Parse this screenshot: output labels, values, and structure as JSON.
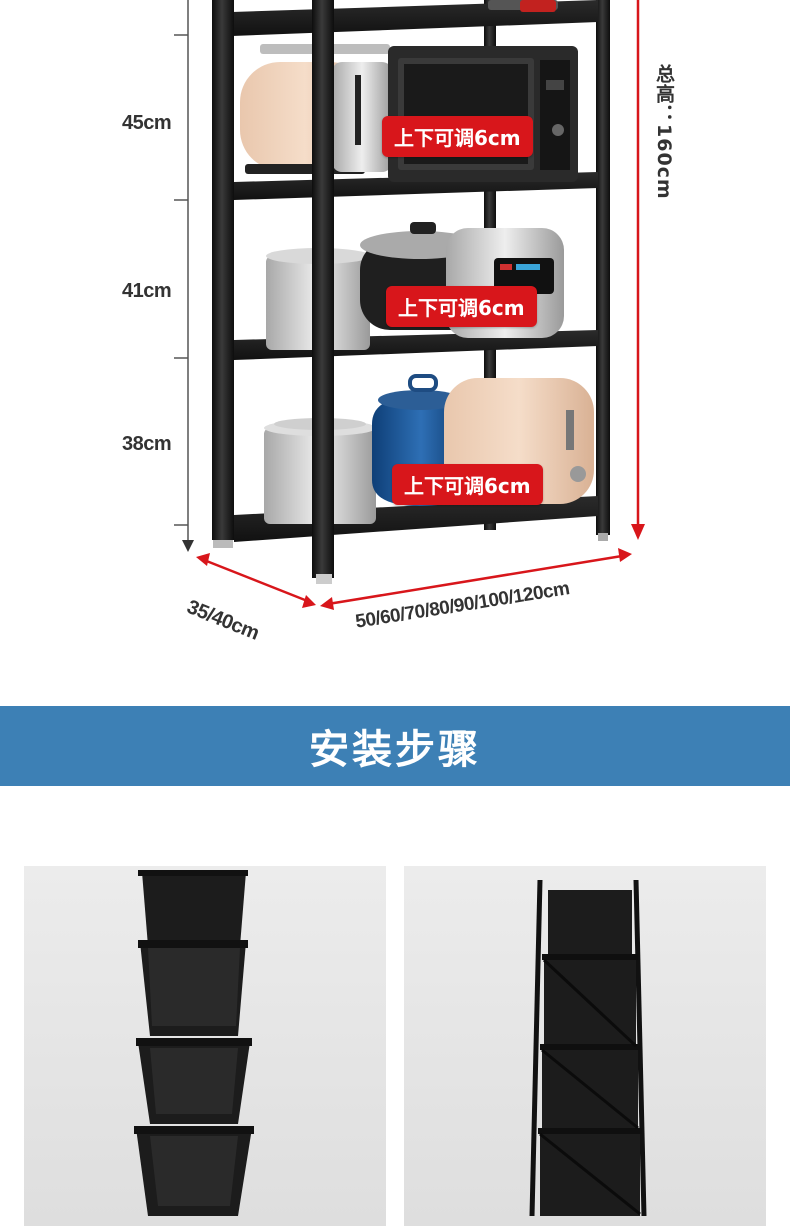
{
  "dimensions": {
    "tier_heights": [
      "45cm",
      "41cm",
      "38cm"
    ],
    "adjust_label": "上下可调6cm",
    "total_height": "总高：160cm",
    "depth": "35/40cm",
    "width": "50/60/70/80/90/100/120cm"
  },
  "banner": {
    "title": "安装步骤"
  },
  "colors": {
    "accent_red": "#d8161b",
    "banner_blue": "#3d80b5",
    "rack_black": "#1c1c1c"
  }
}
